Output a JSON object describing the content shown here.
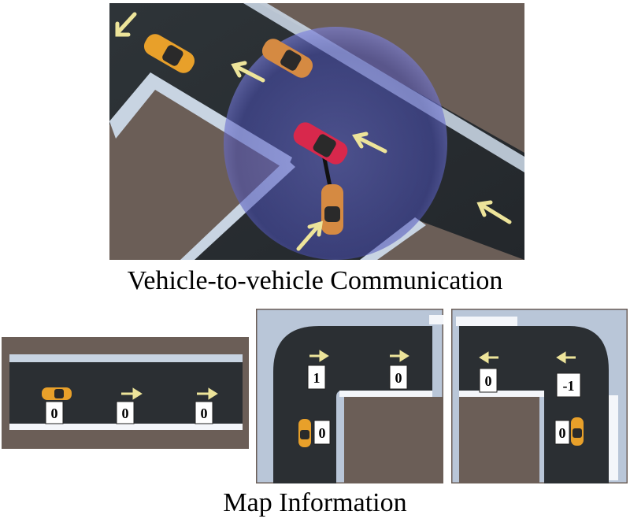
{
  "captions": {
    "top": "Vehicle-to-vehicle Communication",
    "bottom": "Map Information"
  },
  "map_panels": {
    "straight": {
      "labels": [
        "0",
        "0",
        "0"
      ]
    },
    "right_turn": {
      "labels": [
        "1",
        "0",
        "0"
      ]
    },
    "left_turn": {
      "labels": [
        "0",
        "-1",
        "0"
      ]
    }
  },
  "colors": {
    "road": "#2b2f33",
    "ground": "#6b5e57",
    "curb": "#b9c6d8",
    "arrow": "#ede49a",
    "comm_bubble": "#4a4fb5",
    "car_orange": "#e8a02a",
    "car_red": "#d8284c",
    "link": "#111111"
  },
  "icons": [
    "direction-arrow-icon",
    "car-icon",
    "communication-bubble-icon"
  ]
}
